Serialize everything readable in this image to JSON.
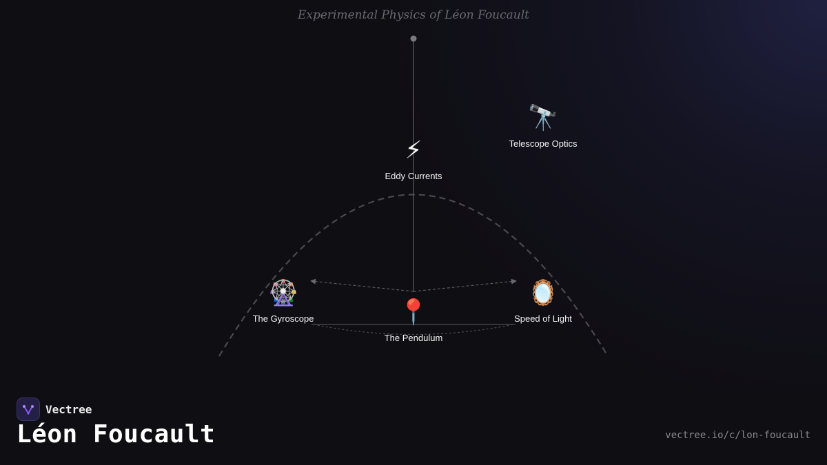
{
  "diagram": {
    "title": "Experimental Physics of Léon Foucault",
    "nodes": [
      {
        "id": "eddy",
        "icon": "lightning-icon",
        "emoji": "⚡",
        "label": "Eddy Currents"
      },
      {
        "id": "telescope",
        "icon": "telescope-icon",
        "emoji": "🔭",
        "label": "Telescope Optics"
      },
      {
        "id": "gyroscope",
        "icon": "ferris-wheel-icon",
        "emoji": "🎡",
        "label": "The Gyroscope"
      },
      {
        "id": "pendulum",
        "icon": "pin-icon",
        "emoji": "📍",
        "label": "The Pendulum"
      },
      {
        "id": "light",
        "icon": "mirror-icon",
        "emoji": "🪞",
        "label": "Speed of Light"
      }
    ]
  },
  "brand": {
    "name": "Vectree",
    "icon": "vectree-logo-icon",
    "accent": "#8b5cf6"
  },
  "page": {
    "title": "Léon Foucault",
    "url": "vectree.io/c/lon-foucault"
  },
  "colors": {
    "background": "#0f0e13",
    "line": "#5e5e62",
    "dashed_arc": "#4a4a4e"
  }
}
